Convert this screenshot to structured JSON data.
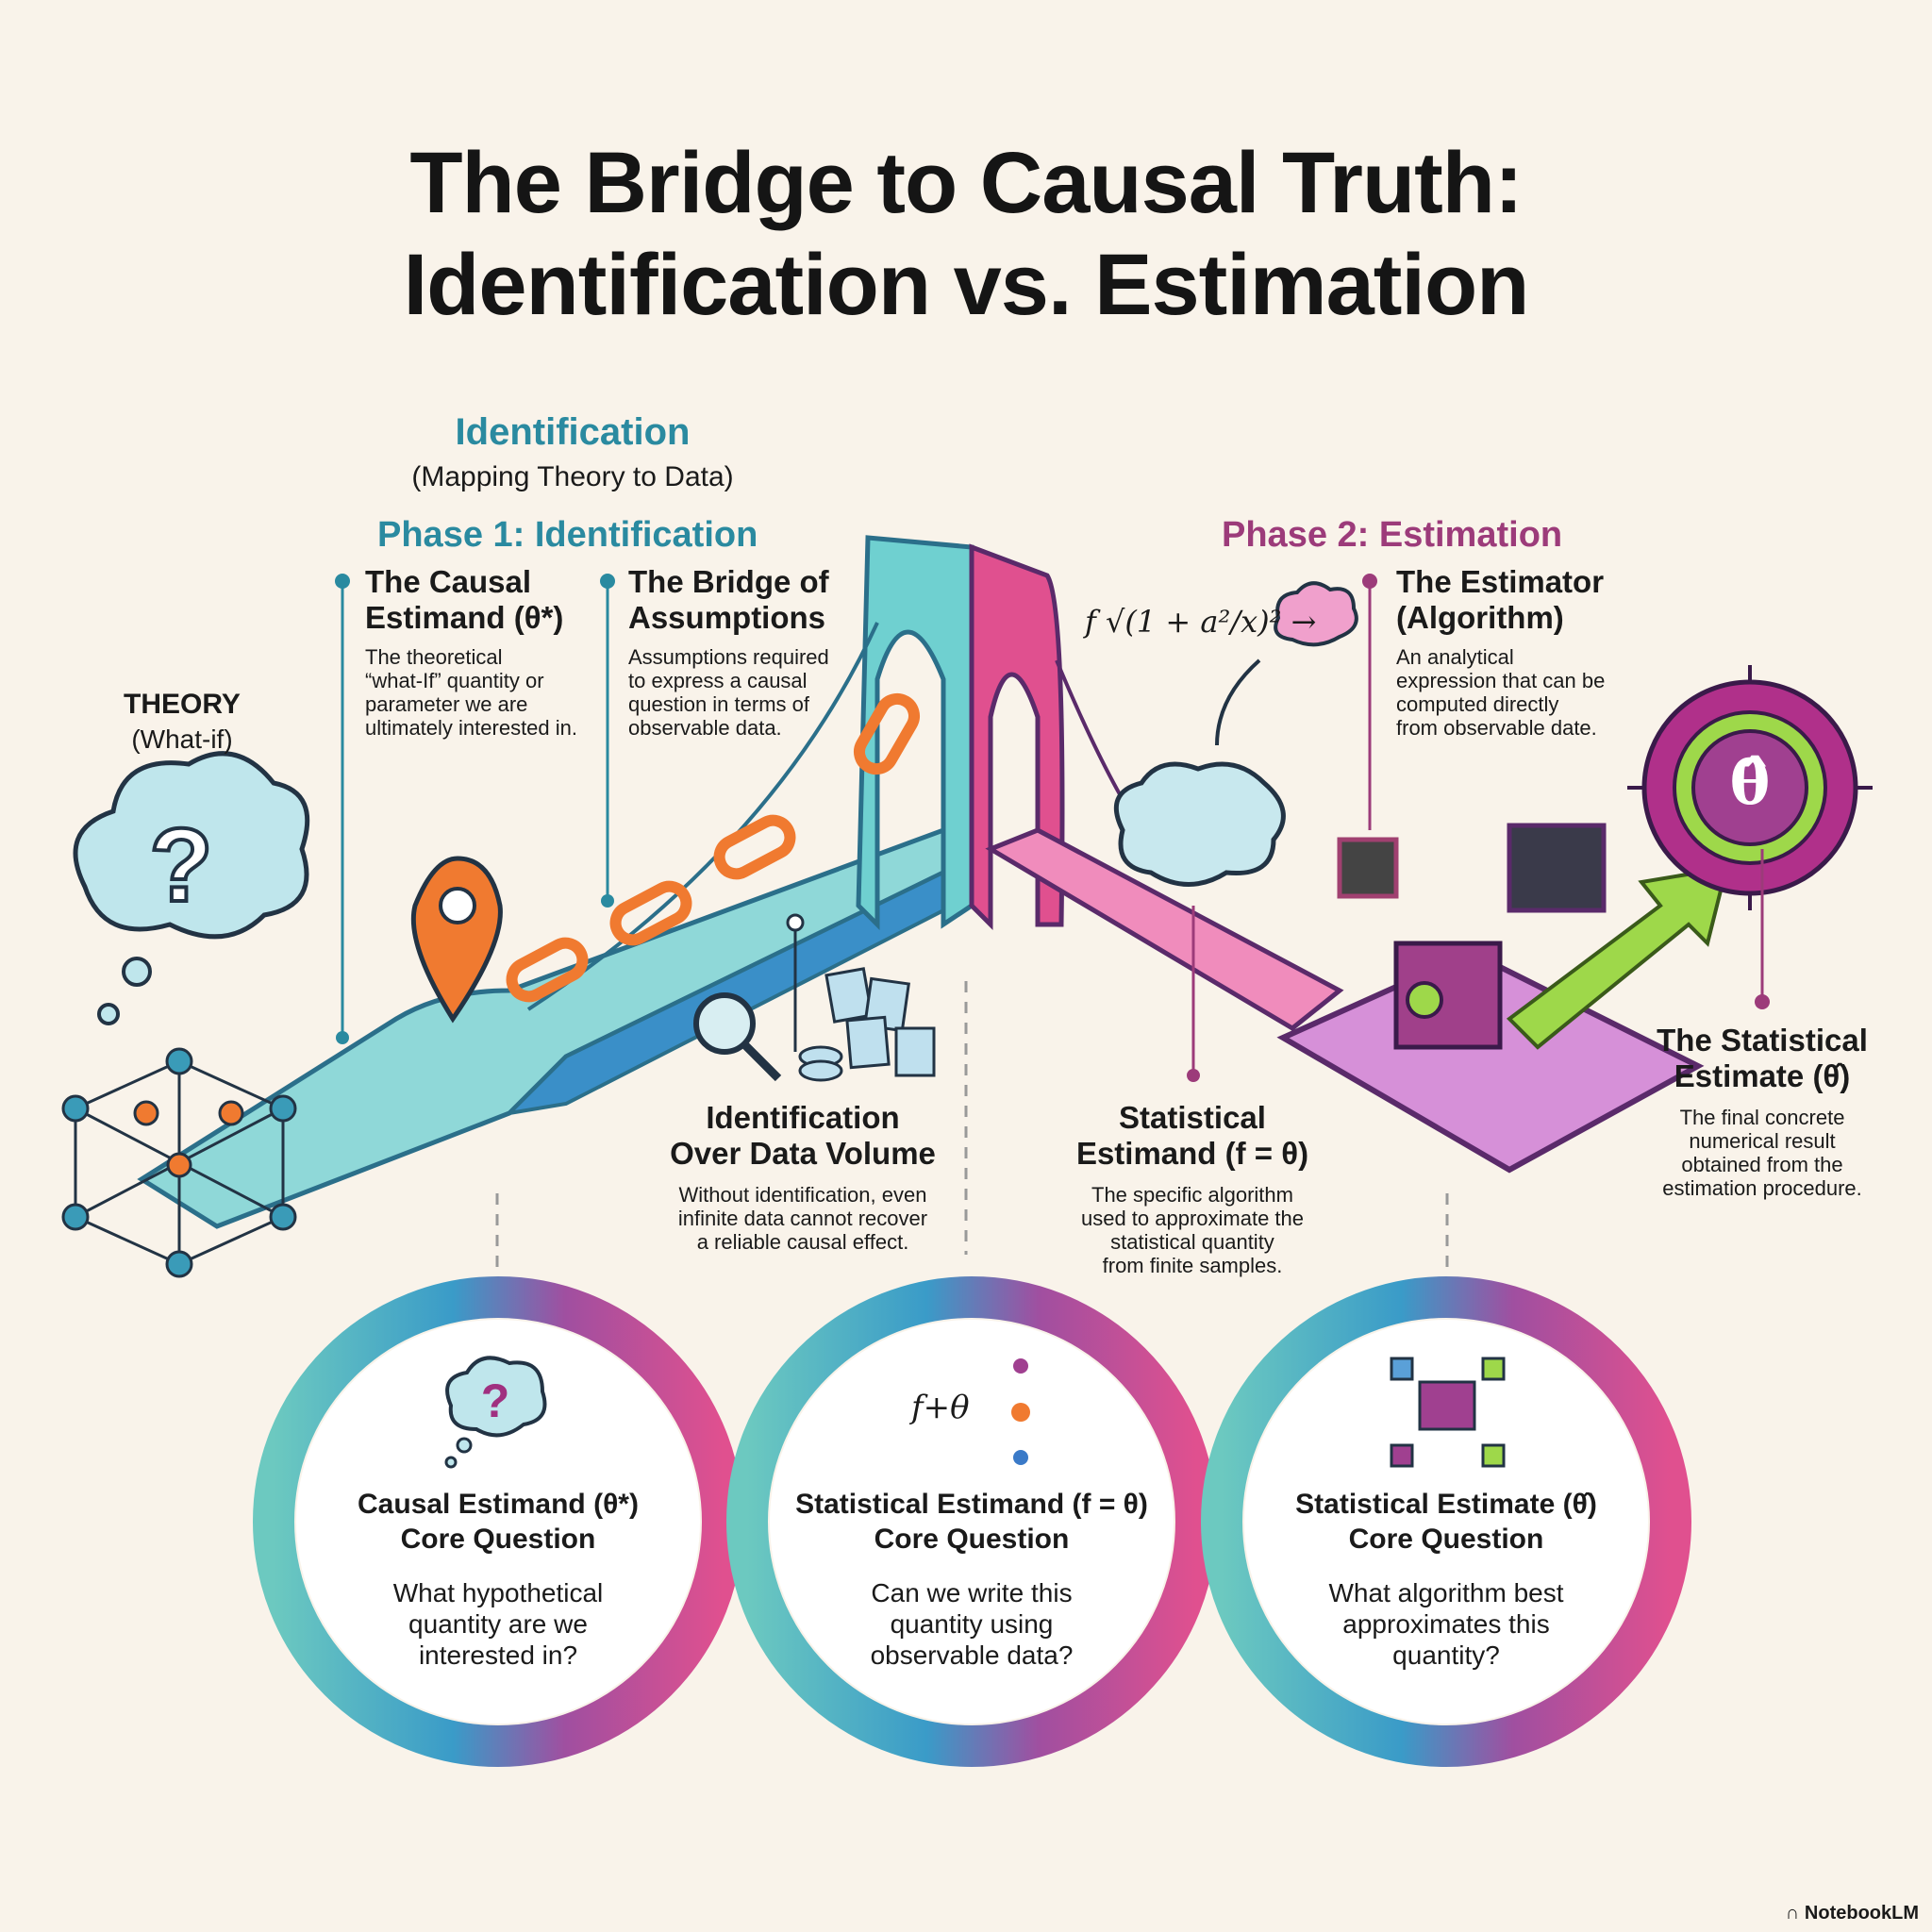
{
  "title": {
    "line1": "The Bridge to Causal Truth:",
    "line2": "Identification vs. Estimation"
  },
  "identification_header": {
    "title": "Identification",
    "subtitle": "(Mapping Theory to Data)"
  },
  "theory": {
    "label": "THEORY",
    "sub": "(What-if)"
  },
  "phase1": {
    "label": "Phase 1: Identification",
    "items": [
      {
        "title1": "The Causal",
        "title2": "Estimand (θ*)",
        "desc": [
          "The theoretical",
          "“what-If” quantity or",
          "parameter we are",
          "ultimately interested in."
        ]
      },
      {
        "title1": "The Bridge of",
        "title2": "Assumptions",
        "desc": [
          "Assumptions required",
          "to express a causal",
          "question in terms of",
          "observable data."
        ]
      }
    ]
  },
  "phase2": {
    "label": "Phase 2: Estimation",
    "estimator": {
      "title1": "The Estimator",
      "title2": "(Algorithm)",
      "desc": [
        "An analytical",
        "expression that can be",
        "computed directly",
        "from observable date."
      ]
    },
    "formula": "f √(1 + a²/x)² →"
  },
  "callouts": {
    "data_volume": {
      "title1": "Identification",
      "title2": "Over Data Volume",
      "desc": [
        "Without identification, even",
        "infinite data cannot recover",
        "a reliable causal effect."
      ]
    },
    "stat_estimand": {
      "title1": "Statistical",
      "title2": "Estimand (f = θ)",
      "desc": [
        "The specific algorithm",
        "used to approximate the",
        "statistical quantity",
        "from finite samples."
      ]
    },
    "stat_estimate": {
      "title1": "The Statistical",
      "title2": "Estimate (θ̂)",
      "desc": [
        "The final concrete",
        "numerical result",
        "obtained from the",
        "estimation procedure."
      ]
    }
  },
  "target_symbol": "θ̂",
  "circles": [
    {
      "icon": "question-cloud",
      "title1": "Causal Estimand (θ*)",
      "title2": "Core Question",
      "q": [
        "What hypothetical",
        "quantity are we",
        "interested in?"
      ]
    },
    {
      "icon": "formula-graph",
      "icon_text": "f+θ",
      "title1": "Statistical Estimand (f = θ)",
      "title2": "Core Question",
      "q": [
        "Can we write this",
        "quantity using",
        "observable data?"
      ]
    },
    {
      "icon": "circuit",
      "title1": "Statistical Estimate (θ̂)",
      "title2": "Core Question",
      "q": [
        "What algorithm best",
        "approximates this",
        "quantity?"
      ]
    }
  ],
  "watermark": "NotebookLM",
  "colors": {
    "teal": "#2a8aa0",
    "plum": "#9c3b7a",
    "green": "#9ed84a",
    "orange": "#f07a30",
    "pink": "#e0508f"
  }
}
